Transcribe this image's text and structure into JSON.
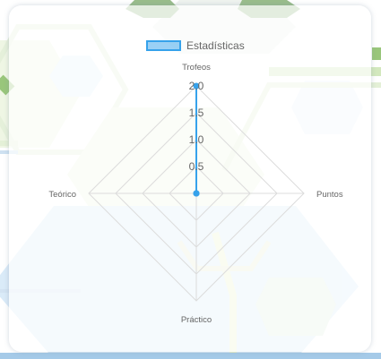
{
  "colors": {
    "series_fill": "rgba(54,162,235,0.5)",
    "series_line": "#36a2eb",
    "grid": "#dcdcdc",
    "label_text": "#666666"
  },
  "chart_data": {
    "type": "radar",
    "categories": [
      "Trofeos",
      "Puntos",
      "Práctico",
      "Teórico"
    ],
    "series": [
      {
        "name": "Estadísticas",
        "values": [
          2,
          0,
          0,
          0
        ]
      }
    ],
    "r_ticks": [
      "0.5",
      "1.0",
      "1.5",
      "2.0"
    ],
    "rlim": [
      0,
      2
    ],
    "legend_position": "top",
    "grid": true
  }
}
